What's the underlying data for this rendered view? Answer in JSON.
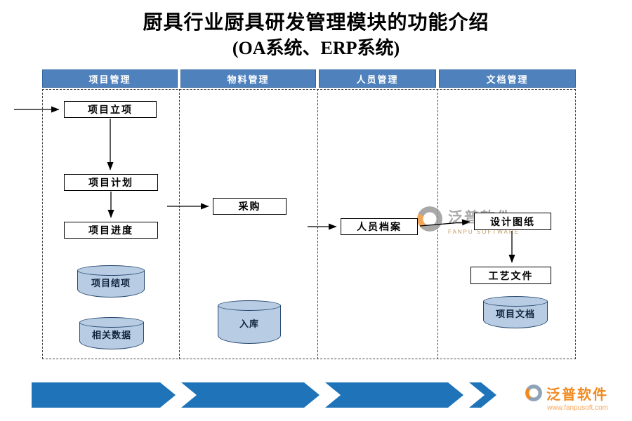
{
  "title": {
    "line1": "厨具行业厨具研发管理模块的功能介绍",
    "line2": "(OA系统、ERP系统)"
  },
  "columns": [
    {
      "header": "项目管理"
    },
    {
      "header": "物料管理"
    },
    {
      "header": "人员管理"
    },
    {
      "header": "文档管理"
    }
  ],
  "nodes": {
    "project_initiation": "项目立项",
    "project_plan": "项目计划",
    "project_progress": "项目进度",
    "project_closure": "项目结项",
    "related_data": "相关数据",
    "purchase": "采购",
    "warehouse_in": "入库",
    "personnel_file": "人员档案",
    "design_drawings": "设计图纸",
    "process_documents": "工艺文件",
    "project_documents": "项目文档"
  },
  "watermark_center": {
    "brand": "泛普软件",
    "sub": "FANPU SOFTWARE"
  },
  "watermark_footer": {
    "brand": "泛普软件",
    "url": "www.fanpusoft.com"
  },
  "colors": {
    "header_blue": "#4f81bd",
    "cylinder_fill": "#b8cce4",
    "banner_blue": "#1e73b9",
    "watermark_orange": "#f18a1f"
  }
}
